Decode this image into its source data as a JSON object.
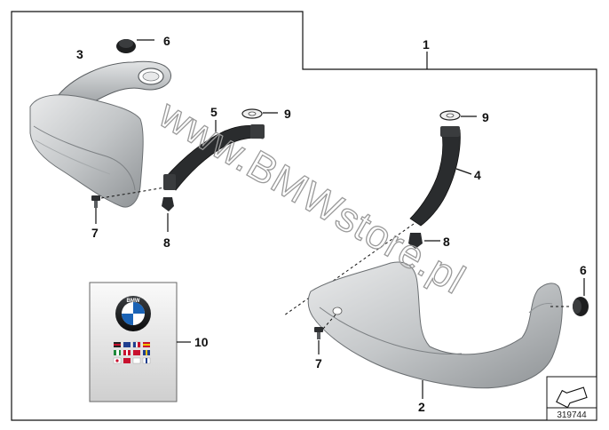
{
  "watermark": "www.BMWstore.pl",
  "document_number": "319744",
  "brand_badge": "BMW",
  "callouts": {
    "c1": "1",
    "c2": "2",
    "c3": "3",
    "c4": "4",
    "c5": "5",
    "c6a": "6",
    "c6b": "6",
    "c7a": "7",
    "c7b": "7",
    "c8a": "8",
    "c8b": "8",
    "c9a": "9",
    "c9b": "9",
    "c10": "10"
  },
  "colors": {
    "guard_metal": "#c9ccce",
    "guard_shadow": "#8f9396",
    "bracket": "#2a2c2e",
    "flag_red": "#c8102e",
    "flag_blue": "#1f3f8f",
    "flag_yellow": "#f2c200",
    "flag_green": "#1e8a3a"
  }
}
